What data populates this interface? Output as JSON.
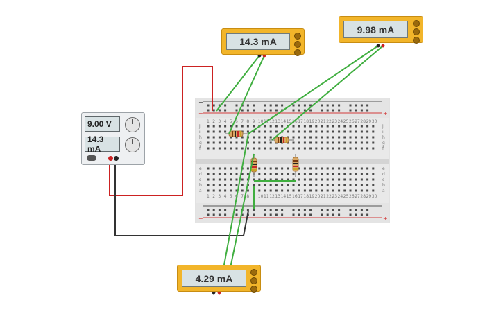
{
  "power_supply": {
    "voltage_display": "9.00 V",
    "current_display": "14.3 mA"
  },
  "meters": {
    "top_center": "14.3 mA",
    "top_right": "9.98 mA",
    "bottom": "4.29 mA"
  },
  "breadboard": {
    "column_count": 30,
    "row_labels_top": [
      "j",
      "i",
      "h",
      "g",
      "f"
    ],
    "row_labels_bottom": [
      "e",
      "d",
      "c",
      "b",
      "a"
    ],
    "rail_plus": "+",
    "rail_minus": "−"
  },
  "colors": {
    "wire_red": "#cc2222",
    "wire_black": "#333333",
    "wire_green": "#3fae3f",
    "meter_body": "#f2b52a",
    "board": "#e9e9e9"
  },
  "icons": {
    "probe_red": "red-probe-icon",
    "probe_black": "black-probe-icon",
    "resistor": "resistor-icon"
  }
}
